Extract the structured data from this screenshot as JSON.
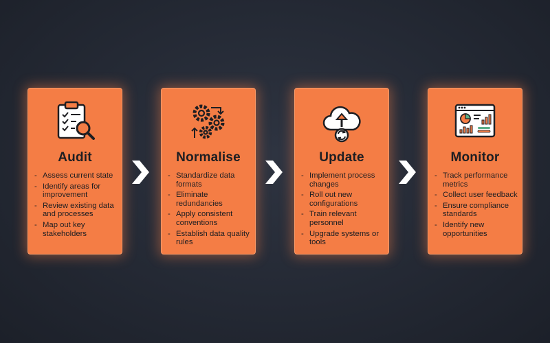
{
  "steps": [
    {
      "title": "Audit",
      "icon": "clipboard-magnifier-icon",
      "items": [
        "Assess current state",
        "Identify areas for improvement",
        "Review existing data and processes",
        "Map out key stakeholders"
      ]
    },
    {
      "title": "Normalise",
      "icon": "gears-cycle-icon",
      "items": [
        "Standardize data formats",
        "Eliminate redundancies",
        "Apply consistent conventions",
        "Establish data quality rules"
      ]
    },
    {
      "title": "Update",
      "icon": "cloud-upload-sync-icon",
      "items": [
        "Implement process changes",
        "Roll out new configurations",
        "Train relevant personnel",
        "Upgrade systems or tools"
      ]
    },
    {
      "title": "Monitor",
      "icon": "dashboard-window-icon",
      "items": [
        "Track performance metrics",
        "Collect user feedback",
        "Ensure compliance standards",
        "Identify new opportunities"
      ]
    }
  ],
  "colors": {
    "card": "#f47d45",
    "background": "#242934",
    "text": "#1e1e22",
    "chevron": "#ffffff"
  }
}
